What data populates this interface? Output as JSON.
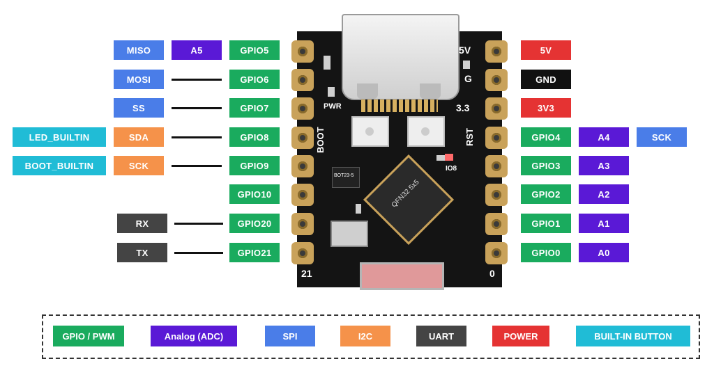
{
  "colors": {
    "gpio": "#1aab5e",
    "analog": "#5a19d6",
    "spi": "#4a7de8",
    "i2c": "#f5924a",
    "uart": "#444444",
    "power": "#e53333",
    "ground": "#111111",
    "builtin": "#20bcd6"
  },
  "left_pins": [
    {
      "gpio": "GPIO5",
      "funcs": [
        "MISO",
        "A5"
      ]
    },
    {
      "gpio": "GPIO6",
      "funcs": [
        "MOSI"
      ]
    },
    {
      "gpio": "GPIO7",
      "funcs": [
        "SS"
      ]
    },
    {
      "gpio": "GPIO8",
      "funcs": [
        "LED_BUILTIN",
        "SDA"
      ]
    },
    {
      "gpio": "GPIO9",
      "funcs": [
        "BOOT_BUILTIN",
        "SCK"
      ]
    },
    {
      "gpio": "GPIO10",
      "funcs": []
    },
    {
      "gpio": "GPIO20",
      "funcs": [
        "RX"
      ]
    },
    {
      "gpio": "GPIO21",
      "funcs": [
        "TX"
      ]
    }
  ],
  "right_pins": [
    {
      "label": "5V"
    },
    {
      "label": "GND"
    },
    {
      "label": "3V3"
    },
    {
      "label": "GPIO4",
      "funcs": [
        "A4",
        "SCK"
      ]
    },
    {
      "label": "GPIO3",
      "funcs": [
        "A3"
      ]
    },
    {
      "label": "GPIO2",
      "funcs": [
        "A2"
      ]
    },
    {
      "label": "GPIO1",
      "funcs": [
        "A1"
      ]
    },
    {
      "label": "GPIO0",
      "funcs": [
        "A0"
      ]
    }
  ],
  "board": {
    "silk_5v": "5V",
    "silk_g": "G",
    "silk_33": "3.3",
    "silk_pwr": "PWR",
    "silk_boot": "BOOT",
    "silk_rst": "RST",
    "silk_io8": "IO8",
    "silk_21": "21",
    "silk_0": "0",
    "chip": "QFN32 5x5",
    "reg": "BOT23-5"
  },
  "legend": [
    "GPIO / PWM",
    "Analog (ADC)",
    "SPI",
    "I2C",
    "UART",
    "POWER",
    "BUILT-IN BUTTON"
  ]
}
